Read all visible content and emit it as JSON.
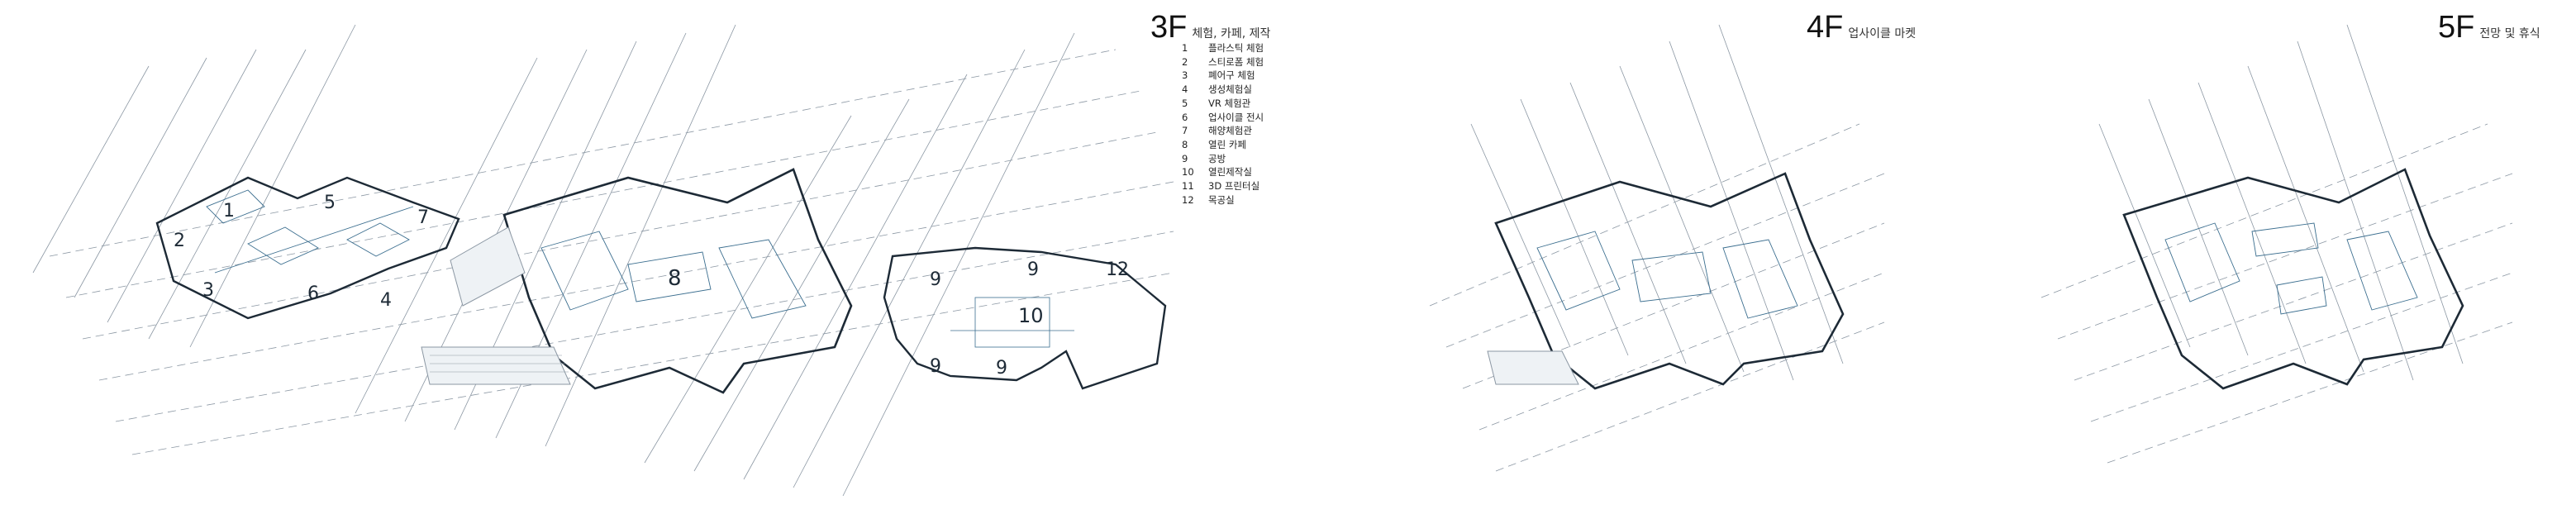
{
  "floor3": {
    "label": "3F",
    "subtitle": "체험, 카페, 제작",
    "legend": [
      {
        "num": "1",
        "text": "플라스틱 체험"
      },
      {
        "num": "2",
        "text": "스티로폼 체험"
      },
      {
        "num": "3",
        "text": "폐어구 체험"
      },
      {
        "num": "4",
        "text": "생성체험실"
      },
      {
        "num": "5",
        "text": "VR 체험관"
      },
      {
        "num": "6",
        "text": "업사이클 전시"
      },
      {
        "num": "7",
        "text": "해양체험관"
      },
      {
        "num": "8",
        "text": "열린 카페"
      },
      {
        "num": "9",
        "text": "공방"
      },
      {
        "num": "10",
        "text": "열린제작실"
      },
      {
        "num": "11",
        "text": "3D 프린터실"
      },
      {
        "num": "12",
        "text": "목공실"
      }
    ],
    "room_numbers": [
      "1",
      "2",
      "3",
      "4",
      "5",
      "6",
      "7",
      "8",
      "9",
      "9",
      "9",
      "9",
      "10",
      "12"
    ]
  },
  "floor4": {
    "label": "4F",
    "subtitle": "업사이클 마켓"
  },
  "floor5": {
    "label": "5F",
    "subtitle": "전망 및 휴식"
  },
  "colors": {
    "outline": "#1d2a36",
    "grid": "#8b97a3",
    "accent": "#3b6e8f"
  }
}
